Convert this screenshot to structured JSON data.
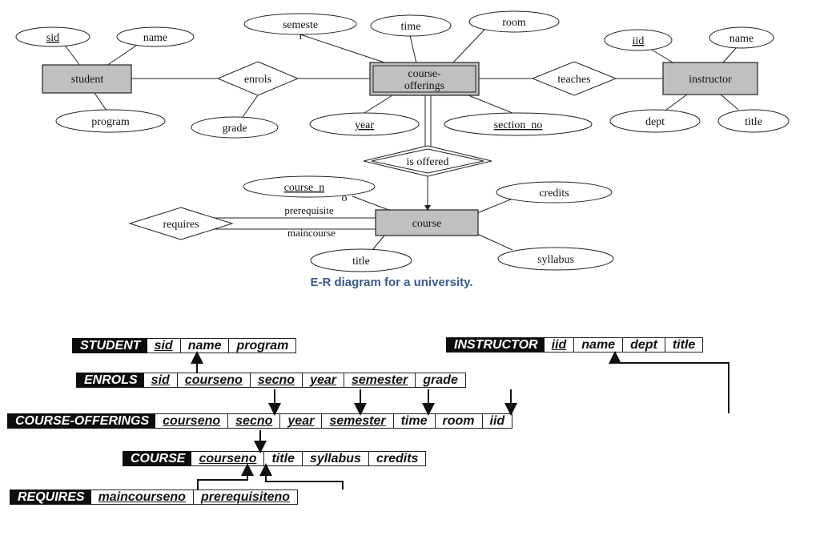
{
  "er": {
    "entities": {
      "student": "student",
      "course_offerings_line1": "course-",
      "course_offerings_line2": "offerings",
      "instructor": "instructor",
      "course": "course"
    },
    "relationships": {
      "enrols": "enrols",
      "teaches": "teaches",
      "is_offered": "is offered",
      "requires": "requires"
    },
    "attributes": {
      "sid": "sid",
      "student_name": "name",
      "program": "program",
      "grade": "grade",
      "semester_line1": "semeste",
      "semester_line2": "r",
      "time": "time",
      "room": "room",
      "year": "year",
      "section_no": "section_no",
      "iid": "iid",
      "instructor_name": "name",
      "dept": "dept",
      "instructor_title": "title",
      "course_no_line1": "course_n",
      "course_no_line2": "o",
      "credits": "credits",
      "course_title": "title",
      "syllabus": "syllabus"
    },
    "roles": {
      "prerequisite": "prerequisite",
      "maincourse": "maincourse"
    },
    "caption": "E-R diagram for a university."
  },
  "schema": {
    "student": {
      "name": "STUDENT",
      "columns": [
        "sid",
        "name",
        "program"
      ]
    },
    "instructor": {
      "name": "INSTRUCTOR",
      "columns": [
        "iid",
        "name",
        "dept",
        "title"
      ]
    },
    "enrols": {
      "name": "ENROLS",
      "columns": [
        "sid",
        "courseno",
        "secno",
        "year",
        "semester",
        "grade"
      ]
    },
    "course_offerings": {
      "name": "COURSE-OFFERINGS",
      "columns": [
        "courseno",
        "secno",
        "year",
        "semester",
        "time",
        "room",
        "iid"
      ]
    },
    "course": {
      "name": "COURSE",
      "columns": [
        "courseno",
        "title",
        "syllabus",
        "credits"
      ]
    },
    "requires": {
      "name": "REQUIRES",
      "columns": [
        "maincourseno",
        "prerequisiteno"
      ]
    }
  },
  "colors": {
    "entity_fill": "#c0c0c0",
    "table_name_bg": "#0d0d0d",
    "caption": "#3a5a8c"
  }
}
